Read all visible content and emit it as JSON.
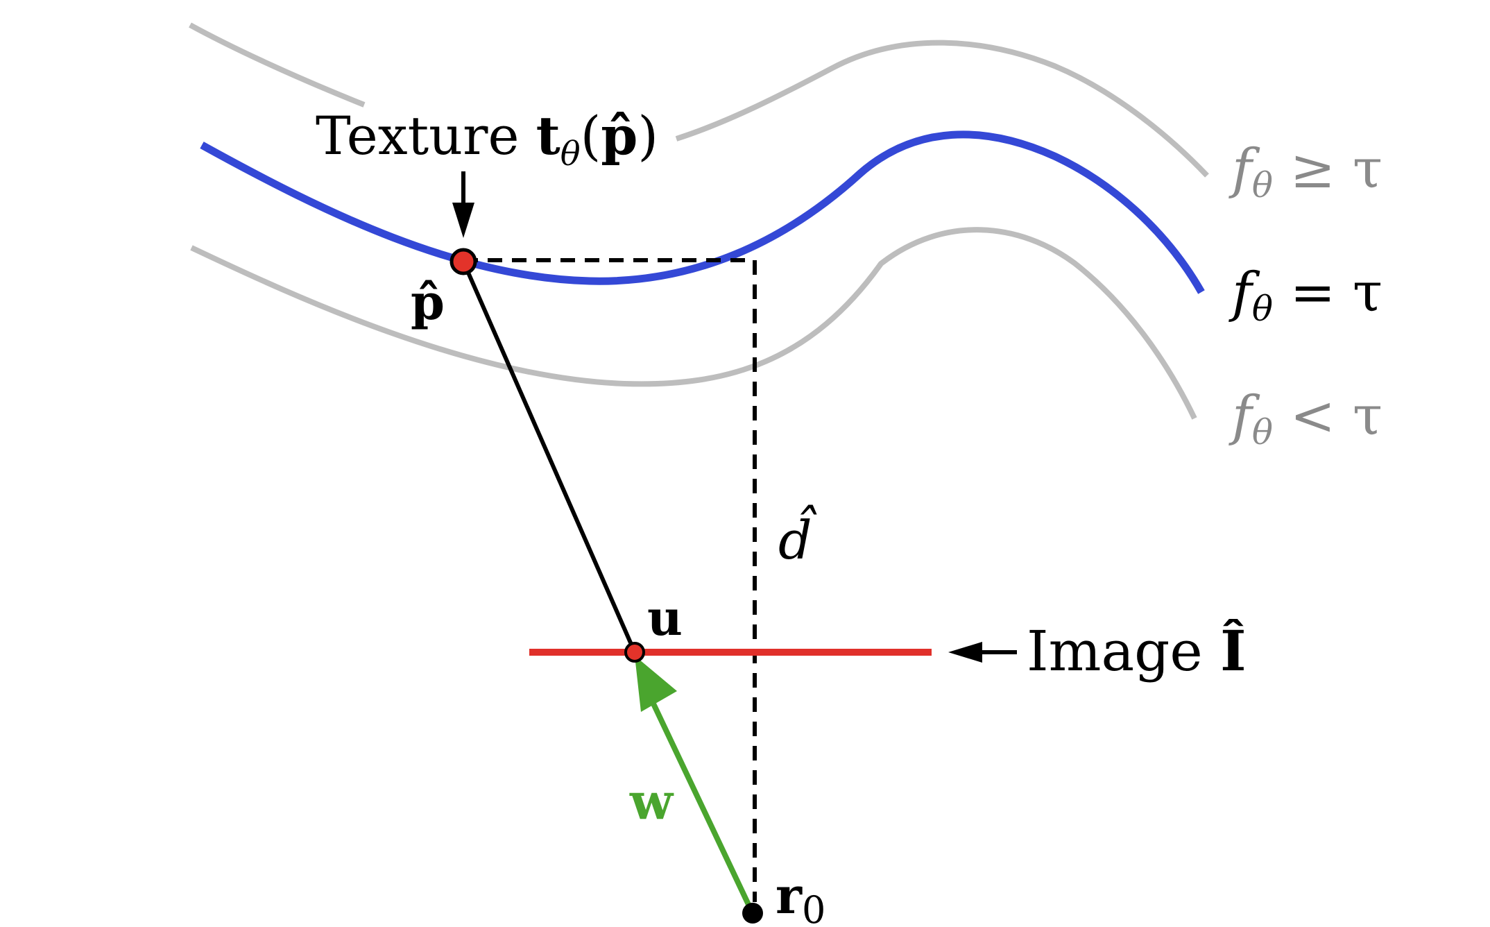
{
  "colors": {
    "surface": "#3448d6",
    "level_set": "#bdbdbd",
    "image_plane": "#e0302a",
    "ray": "#000000",
    "direction": "#4aa52e",
    "point_fill": "#e3332a",
    "origin": "#000000",
    "gray_text": "#8a8a8a",
    "black_text": "#000000"
  },
  "labels": {
    "texture_word": "Texture ",
    "texture_t": "t",
    "texture_theta": "θ",
    "texture_open": "(",
    "texture_p": "p̂",
    "texture_close": ")",
    "p_hat": "p̂",
    "u": "u",
    "d_hat": "d̂",
    "image_word": "Image ",
    "image_I": "Î",
    "w": "w",
    "r": "r",
    "r_sub": "0"
  },
  "level_sets": {
    "above": {
      "f": "f",
      "sub": "θ",
      "rel": " ≥ τ"
    },
    "surface": {
      "f": "f",
      "sub": "θ",
      "rel": " = τ"
    },
    "below": {
      "f": "f",
      "sub": "θ",
      "rel": " < τ"
    }
  },
  "icons": {
    "texture_arrow": "arrow-down-icon",
    "image_arrow": "arrow-left-icon"
  }
}
